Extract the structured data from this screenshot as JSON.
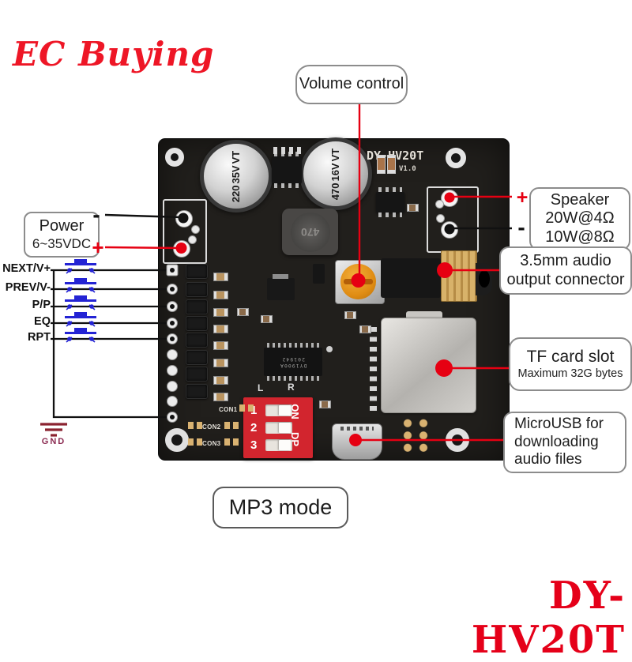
{
  "logo": "EC Buying",
  "product_name": "DY-HV20T",
  "callouts": {
    "volume": "Volume control",
    "power": {
      "title": "Power",
      "subtitle": "6~35VDC",
      "minus": "-",
      "plus": "+"
    },
    "speaker": {
      "line1": "Speaker",
      "line2": "20W@4Ω",
      "line3": "10W@8Ω",
      "plus": "+",
      "minus": "-"
    },
    "audio": {
      "line1": "3.5mm audio",
      "line2": "output connector"
    },
    "tf": {
      "line1": "TF card slot",
      "line2": "Maximum 32G bytes"
    },
    "usb": {
      "line1": "MicroUSB for",
      "line2": "downloading",
      "line3": "audio files"
    },
    "mode": "MP3 mode",
    "gnd": "GND"
  },
  "buttons": [
    "NEXT/V+",
    "PREV/V-",
    "P/P",
    "EQ",
    "RPT"
  ],
  "board": {
    "silk_title": "DY-HV20T",
    "silk_version": "V1.0",
    "cap1": {
      "l1": "220",
      "l2": "35V",
      "l3": "VT"
    },
    "cap2": {
      "l1": "470",
      "l2": "16V",
      "l3": "VT"
    },
    "inductor": "470",
    "chip_line1": "DY1900A",
    "chip_line2": "201942",
    "dip": {
      "n1": "1",
      "n2": "2",
      "n3": "3",
      "on": "ON",
      "dp": "DP"
    },
    "con1": "CON1",
    "con2": "CON2",
    "con3": "CON3",
    "audio_left": "L",
    "audio_right": "R"
  },
  "colors": {
    "accent_red": "#e60012",
    "logo_red": "#ee1626",
    "wire_black": "#111111",
    "button_blue": "#2323d4",
    "dip_red": "#d2252e",
    "pcb_dark": "#211f1c"
  }
}
